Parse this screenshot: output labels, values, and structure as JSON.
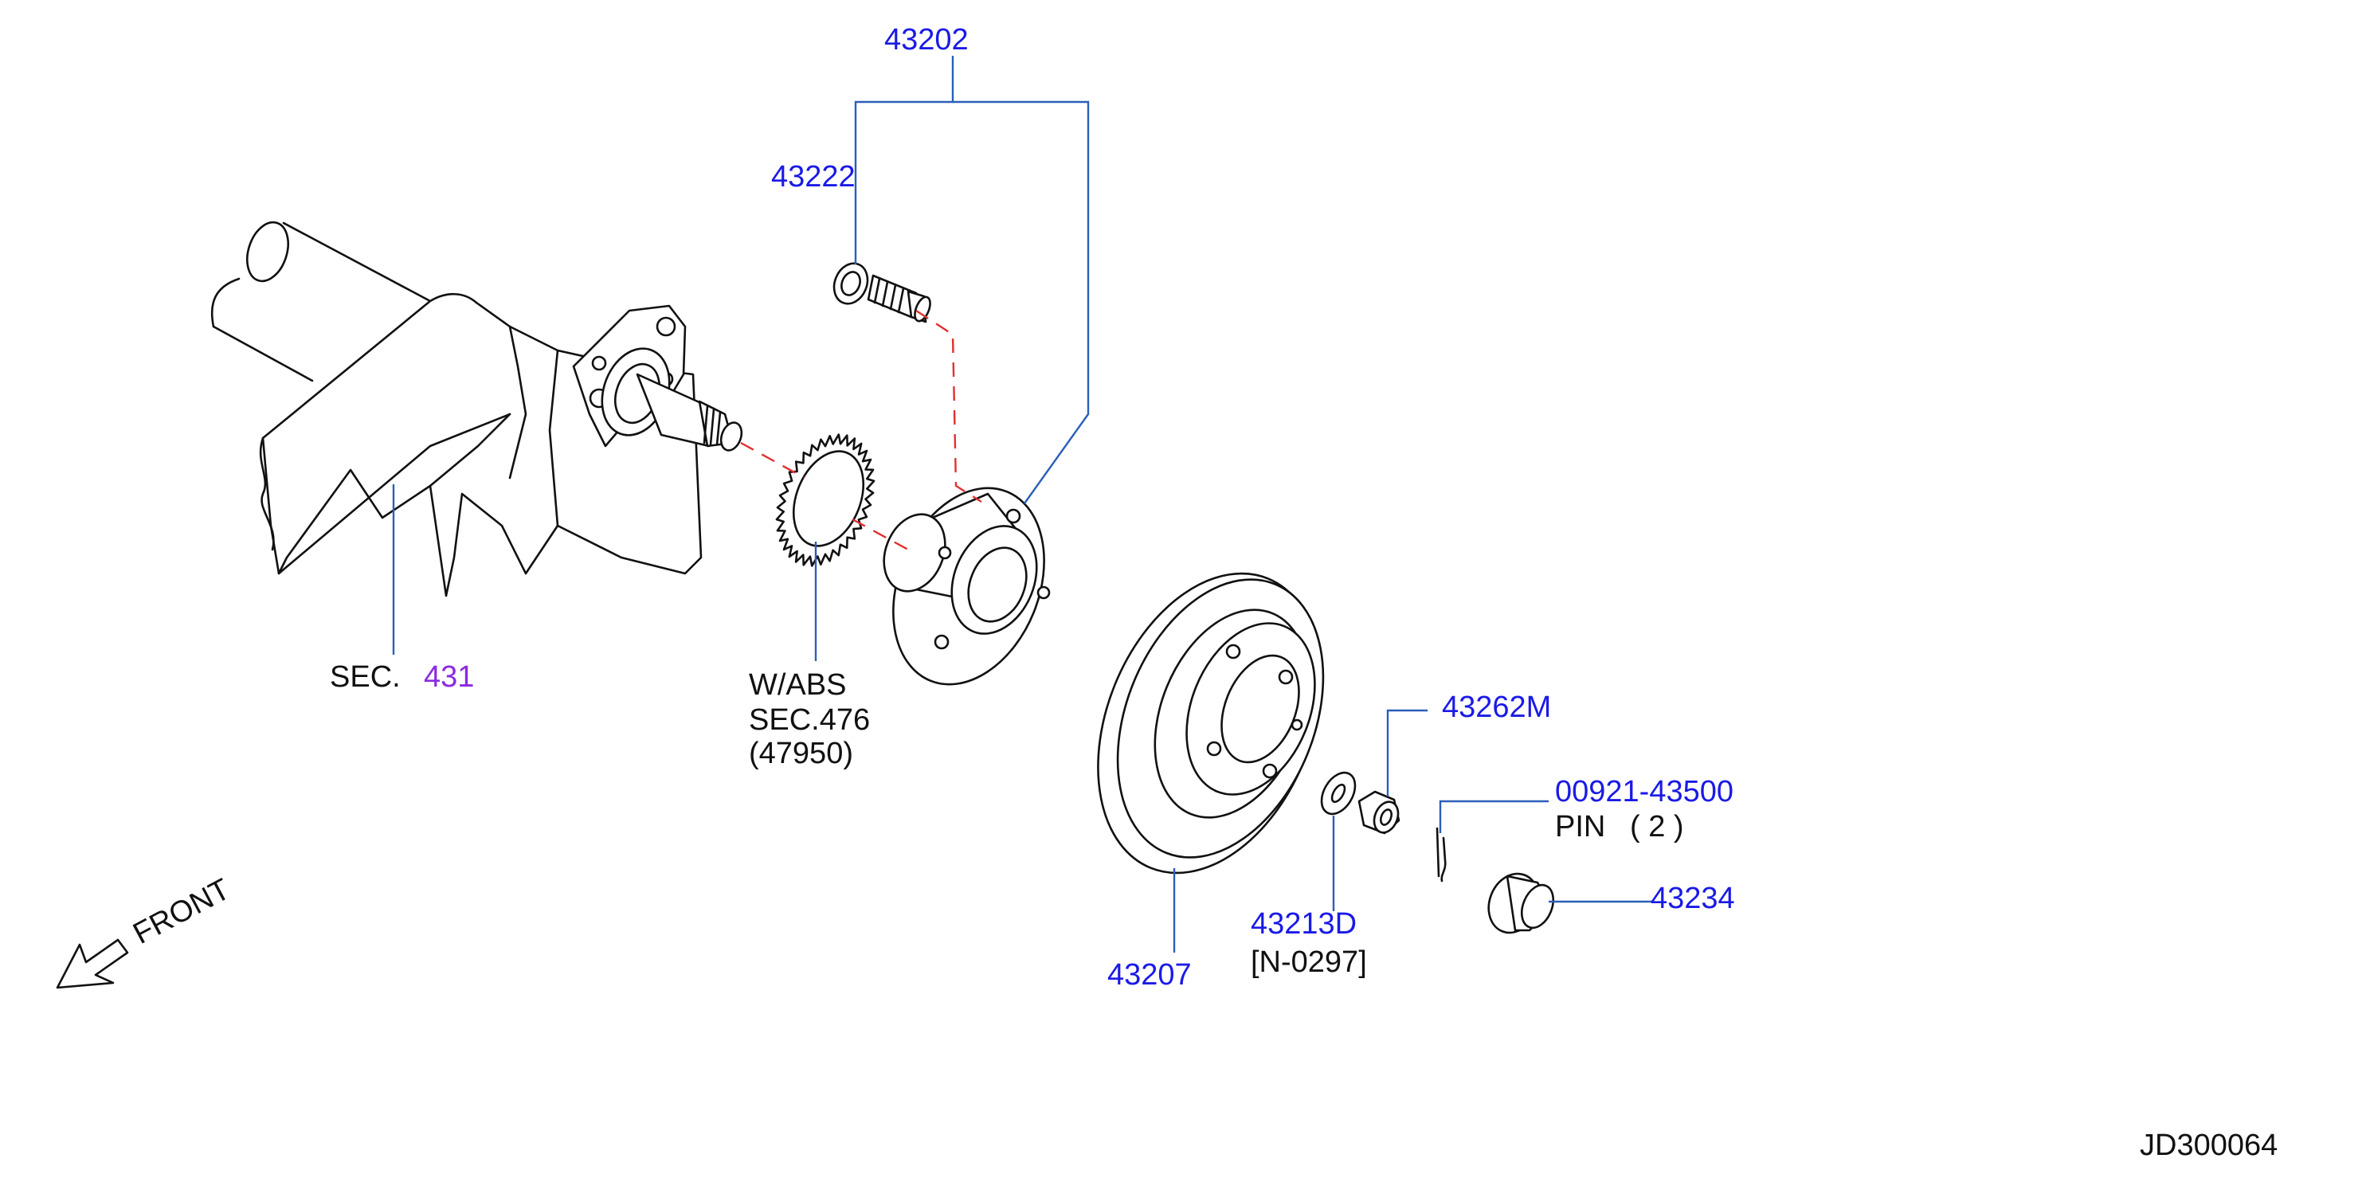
{
  "callouts": {
    "hub_assy": "43202",
    "hub_bolt": "43222",
    "sec_label": "SEC.",
    "sec_ref": "431",
    "abs_line1": "W/ABS",
    "abs_line2": "SEC.476",
    "abs_line3": "(47950)",
    "rotor": "43207",
    "washer": "43213D",
    "washer_note": "[N-0297]",
    "nut": "43262M",
    "pin_part": "00921-43500",
    "pin_label": "PIN",
    "pin_qty": "( 2 )",
    "cap": "43234",
    "front": "FRONT",
    "diagram_id": "JD300064"
  },
  "colors": {
    "part_number": "#1a1ae6",
    "section_link": "#8a2be2",
    "leader_line": "#2b5fb8",
    "assembly_axis": "#e03030",
    "drawing_ink": "#111111"
  },
  "icons": {
    "front_arrow": "front-arrow-icon"
  }
}
